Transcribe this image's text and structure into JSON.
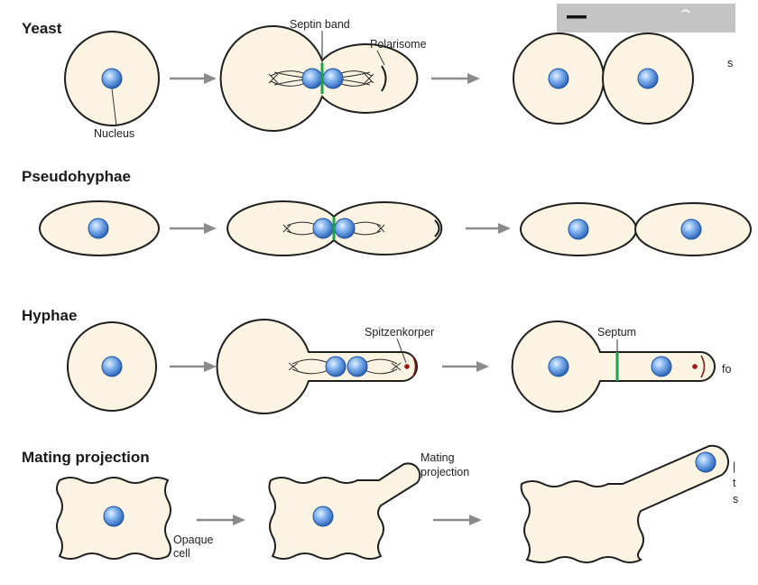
{
  "colors": {
    "cell_fill": "#fbf4e2",
    "cell_outline": "#1f1f1f",
    "nucleus_inner": "#c9e0ff",
    "nucleus_outer": "#2d64b8",
    "septin_green": "#1aa34a",
    "spitzenkorper_red": "#9a1a1a",
    "arrow_gray": "#8a8a8a"
  },
  "rows": [
    {
      "title": "Yeast",
      "labels": {
        "nucleus": "Nucleus",
        "septin_band": "Septin band",
        "polarisome": "Polarisome"
      },
      "edge_text": "s"
    },
    {
      "title": "Pseudohyphae"
    },
    {
      "title": "Hyphae",
      "labels": {
        "spitzenkorper": "Spitzenkorper",
        "septum": "Septum"
      },
      "edge_text": "fo"
    },
    {
      "title": "Mating projection",
      "labels": {
        "opaque_cell_line1": "Opaque",
        "opaque_cell_line2": "cell",
        "mating_line1": "Mating",
        "mating_line2": "projection"
      },
      "edge_text_lines": [
        "|",
        "t",
        "s"
      ]
    }
  ],
  "inset_micrograph": {
    "description_icon": "scale-bar-icon"
  }
}
